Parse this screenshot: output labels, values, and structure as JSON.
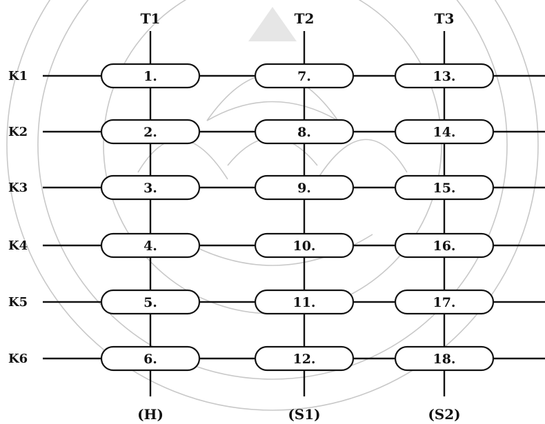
{
  "columns": [
    {
      "header": "T1",
      "footer": "(H)"
    },
    {
      "header": "T2",
      "footer": "(S1)"
    },
    {
      "header": "T3",
      "footer": "(S2)"
    }
  ],
  "rows": [
    "K1",
    "K2",
    "K3",
    "K4",
    "K5",
    "K6"
  ],
  "cells": [
    [
      "1.",
      "7.",
      "13."
    ],
    [
      "2.",
      "8.",
      "14."
    ],
    [
      "3.",
      "9.",
      "15."
    ],
    [
      "4.",
      "10.",
      "16."
    ],
    [
      "5.",
      "11.",
      "17."
    ],
    [
      "6.",
      "12.",
      "18."
    ]
  ]
}
